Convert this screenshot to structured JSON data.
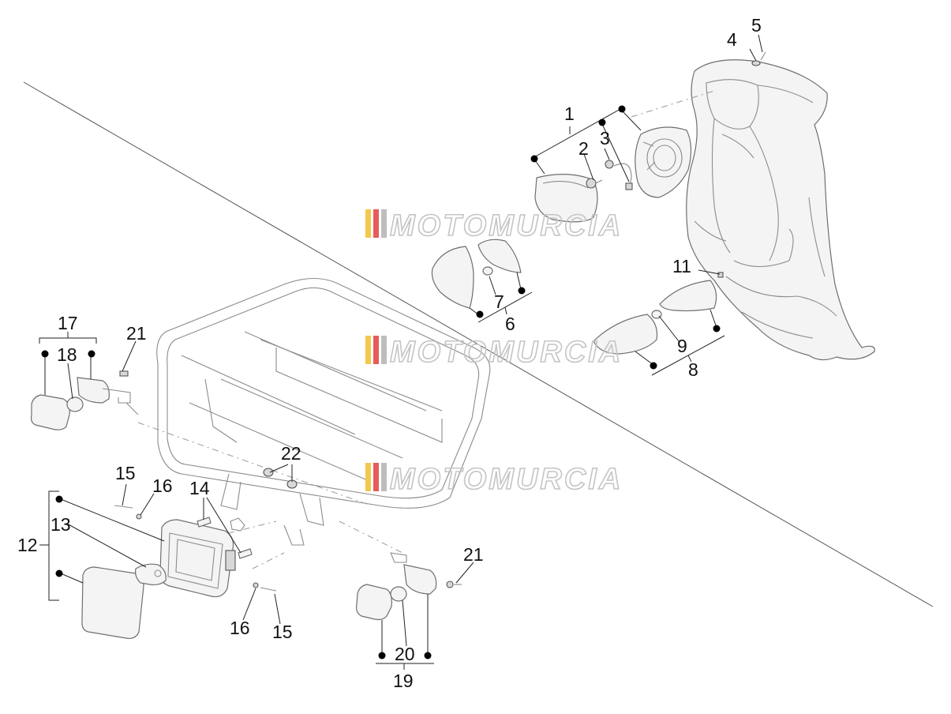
{
  "callouts": {
    "c1": "1",
    "c2": "2",
    "c3": "3",
    "c4": "4",
    "c5": "5",
    "c6": "6",
    "c7": "7",
    "c8": "8",
    "c9": "9",
    "c11": "11",
    "c12": "12",
    "c13": "13",
    "c14": "14",
    "c15a": "15",
    "c15b": "15",
    "c16a": "16",
    "c16b": "16",
    "c17": "17",
    "c18": "18",
    "c19": "19",
    "c20": "20",
    "c21a": "21",
    "c21b": "21",
    "c22": "22"
  },
  "watermark": {
    "text": "MOTOMURCIA",
    "colors": [
      "#f2c94c",
      "#e85b5b",
      "#bdbdbd"
    ]
  },
  "colors": {
    "line": "#8c8c8c",
    "ink": "#111111",
    "dot": "#000000"
  }
}
